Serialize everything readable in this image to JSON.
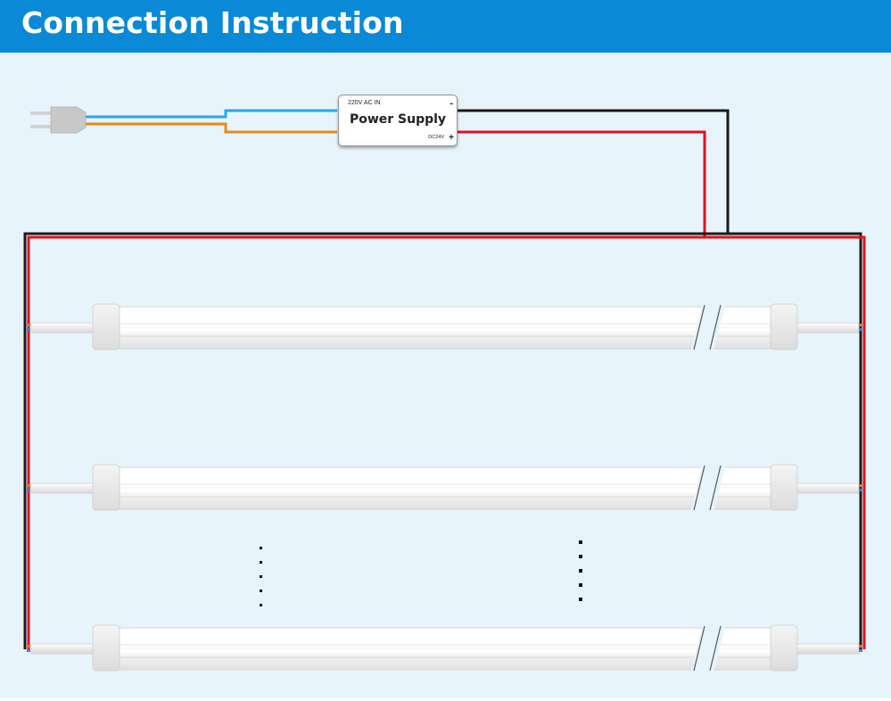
{
  "header": {
    "title": "Connection Instruction"
  },
  "power_supply": {
    "input_label": "220V AC IN",
    "title": "Power Supply",
    "output_label": "DC24V",
    "minus_symbol": "-",
    "plus_symbol": "+"
  },
  "colors": {
    "header_bg": "#0a89d6",
    "canvas_bg": "#e8f4fc",
    "wire_live": "#29a6e8",
    "wire_neutral": "#e88a1c",
    "wire_positive": "#e3101c",
    "wire_negative": "#1a1a1a"
  },
  "diagram": {
    "tube_count_shown": 3,
    "icons": [
      "ac-plug-icon",
      "led-tube-icon",
      "ellipsis-dots-icon"
    ]
  }
}
